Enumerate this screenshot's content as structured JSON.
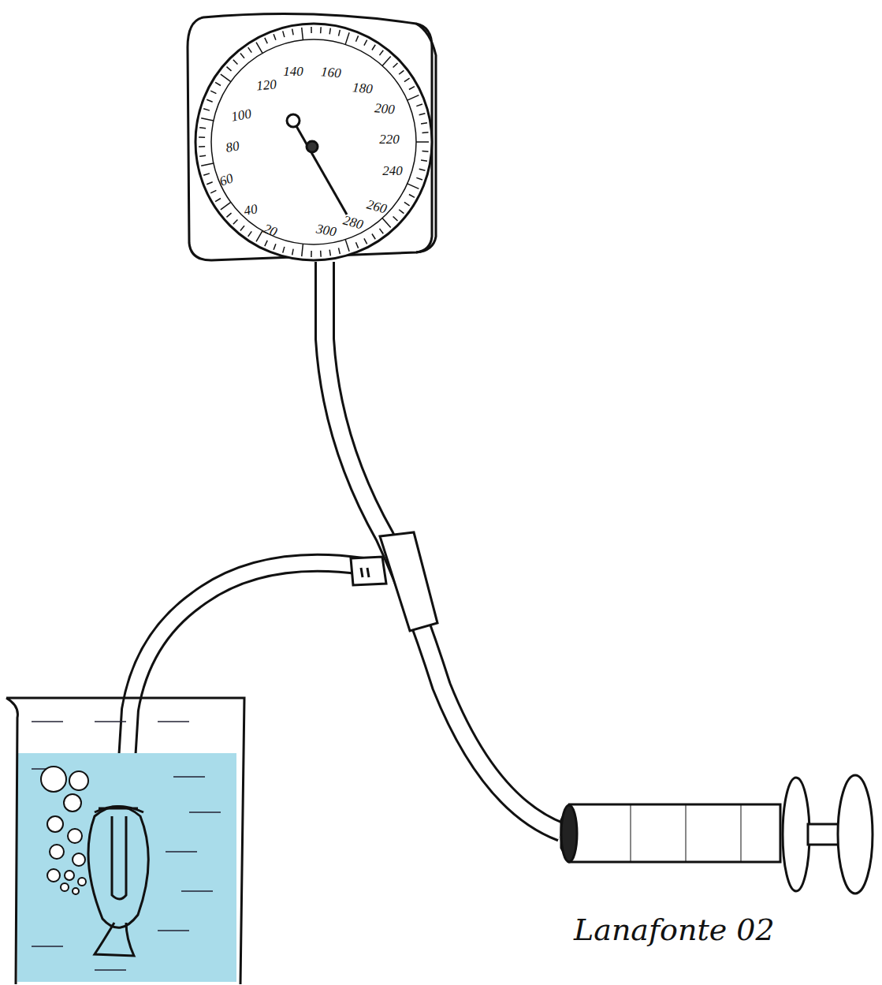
{
  "diagram": {
    "labels": [
      "20",
      "40",
      "60",
      "80",
      "100",
      "120",
      "140",
      "160",
      "180",
      "200",
      "220",
      "240",
      "260",
      "280",
      "300",
      "Lanafonte 02"
    ]
  }
}
